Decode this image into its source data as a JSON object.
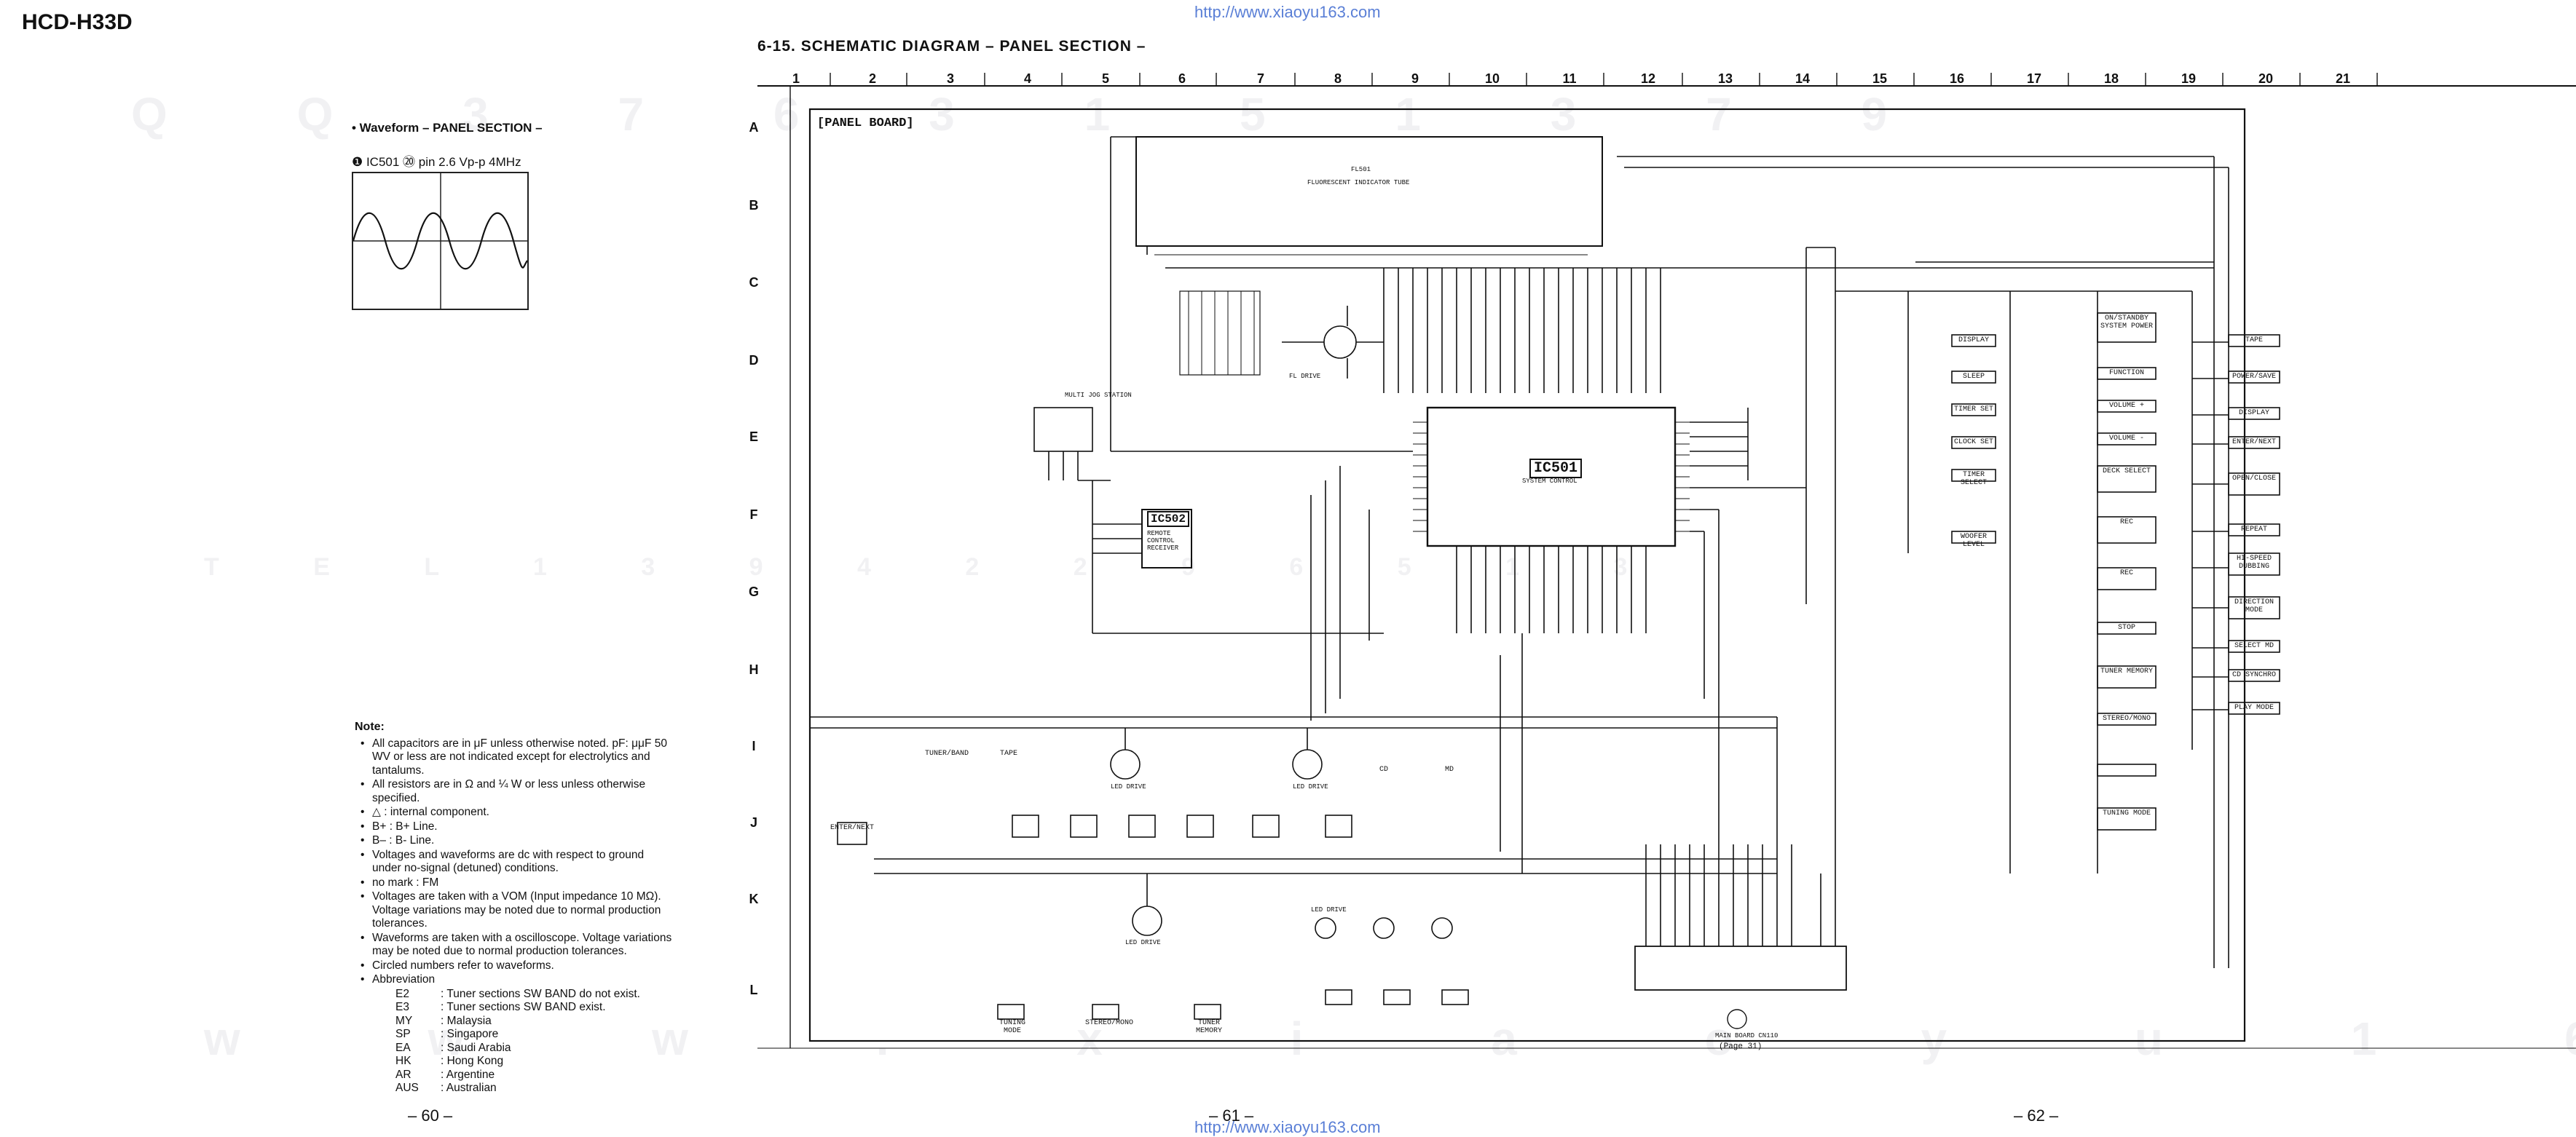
{
  "header": {
    "model": "HCD-H33D",
    "url_top": "http://www.xiaoyu163.com",
    "url_bottom": "http://www.xiaoyu163.com",
    "section_title": "6-15.  SCHEMATIC DIAGRAM – PANEL SECTION –"
  },
  "waveform": {
    "title": "• Waveform – PANEL SECTION –",
    "caption": "❶ IC501  ⑳ pin 2.6 Vp-p  4MHz"
  },
  "notes": {
    "heading": "Note:",
    "items": [
      "All capacitors are in μF unless otherwise noted.  pF: μμF 50 WV or less are not indicated except for electrolytics and tantalums.",
      "All resistors are in Ω and ¼ W or less unless otherwise specified.",
      "△ : internal component.",
      "B+ : B+ Line.",
      "B– : B- Line.",
      "Voltages and waveforms are dc with respect to ground under no-signal (detuned) conditions.",
      "no mark : FM",
      "Voltages are taken with a VOM (Input impedance 10 MΩ). Voltage variations may be noted due to normal production tolerances.",
      "Waveforms are taken with a oscilloscope. Voltage variations may be noted due to normal production tolerances.",
      "Circled numbers refer to waveforms.",
      "Abbreviation"
    ],
    "abbreviations": [
      {
        "k": "E2",
        "v": ": Tuner sections SW BAND do not exist."
      },
      {
        "k": "E3",
        "v": ": Tuner sections SW BAND exist."
      },
      {
        "k": "MY",
        "v": ": Malaysia"
      },
      {
        "k": "SP",
        "v": ": Singapore"
      },
      {
        "k": "EA",
        "v": ": Saudi Arabia"
      },
      {
        "k": "HK",
        "v": ": Hong Kong"
      },
      {
        "k": "AR",
        "v": ": Argentine"
      },
      {
        "k": "AUS",
        "v": ": Australian"
      }
    ]
  },
  "pages": {
    "left": "– 60 –",
    "center": "– 61 –",
    "right": "– 62 –"
  },
  "grid": {
    "columns": [
      "1",
      "2",
      "3",
      "4",
      "5",
      "6",
      "7",
      "8",
      "9",
      "10",
      "11",
      "12",
      "13",
      "14",
      "15",
      "16",
      "17",
      "18",
      "19",
      "20",
      "21"
    ],
    "rows": [
      "A",
      "B",
      "C",
      "D",
      "E",
      "F",
      "G",
      "H",
      "I",
      "J",
      "K",
      "L"
    ]
  },
  "schematic": {
    "board": "[PANEL BOARD]",
    "fl501": "FL501",
    "fl501_desc": "FLUORESCENT INDICATOR TUBE",
    "ic501": "IC501",
    "ic501_desc": "SYSTEM CONTROL",
    "ic502": "IC502",
    "ic502_desc": "REMOTE CONTROL RECEIVER",
    "main_board": "MAIN BOARD CN110",
    "main_page": "(Page 31)",
    "multi_jog": "MULTI JOG STATION",
    "keys_right": [
      "ON/STANDBY SYSTEM POWER",
      "FUNCTION",
      "VOLUME +",
      "VOLUME -",
      "DECK SELECT",
      "REC",
      "REC",
      "STOP",
      "TUNER MEMORY",
      "STEREO/MONO",
      "TUNING MODE"
    ],
    "keys_far_right": [
      "TAPE",
      "POWER/SAVE",
      "DISPLAY",
      "ENTER/NEXT",
      "OPEN/CLOSE",
      "REPEAT",
      "HI-SPEED DUBBING",
      "DIRECTION MODE",
      "SELECT MD",
      "CD SYNCHRO",
      "PLAY MODE"
    ],
    "keys_mid": [
      "DISPLAY",
      "SLEEP",
      "TIMER SET",
      "CLOCK SET",
      "TIMER SELECT",
      "WOOFER LEVEL"
    ],
    "keys_bottom_row1": [
      "ENTER/NEXT",
      "TUNER/BAND",
      "TAPE",
      "CD",
      "MD"
    ],
    "keys_bottom_row2": [
      "TUNING MODE",
      "STEREO/MONO",
      "TUNER MEMORY"
    ],
    "led_labels": [
      "LED DRIVE",
      "LED DRIVE",
      "LED DRIVE",
      "LED DRIVE"
    ],
    "fl_drive": "FL DRIVE"
  }
}
